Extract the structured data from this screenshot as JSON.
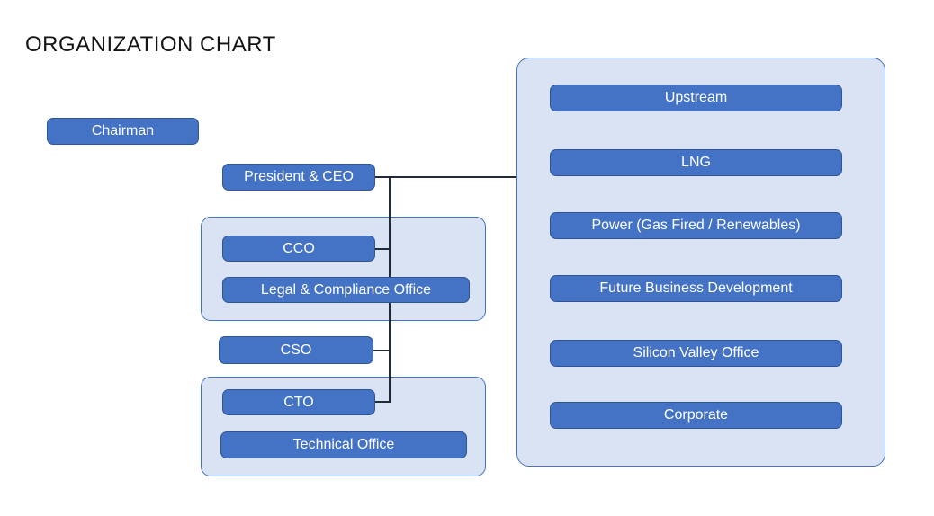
{
  "title": "ORGANIZATION CHART",
  "colors": {
    "node_fill": "#4472C4",
    "node_border": "#2F5597",
    "group_fill": "#DAE3F3",
    "group_border": "#4472C4",
    "connector": "#222A35",
    "node_text": "#FFFFFF",
    "title_text": "#141414"
  },
  "nodes": {
    "chairman": "Chairman",
    "president": "President & CEO",
    "cco": "CCO",
    "legal": "Legal & Compliance Office",
    "cso": "CSO",
    "cto": "CTO",
    "technical": "Technical Office"
  },
  "business_units": [
    "Upstream",
    "LNG",
    "Power (Gas Fired / Renewables)",
    "Future Business Development",
    "Silicon Valley Office",
    "Corporate"
  ],
  "connections": [
    "president-ceo -> business-units-panel",
    "president-ceo -> cco",
    "president-ceo -> cso",
    "president-ceo -> cto"
  ]
}
